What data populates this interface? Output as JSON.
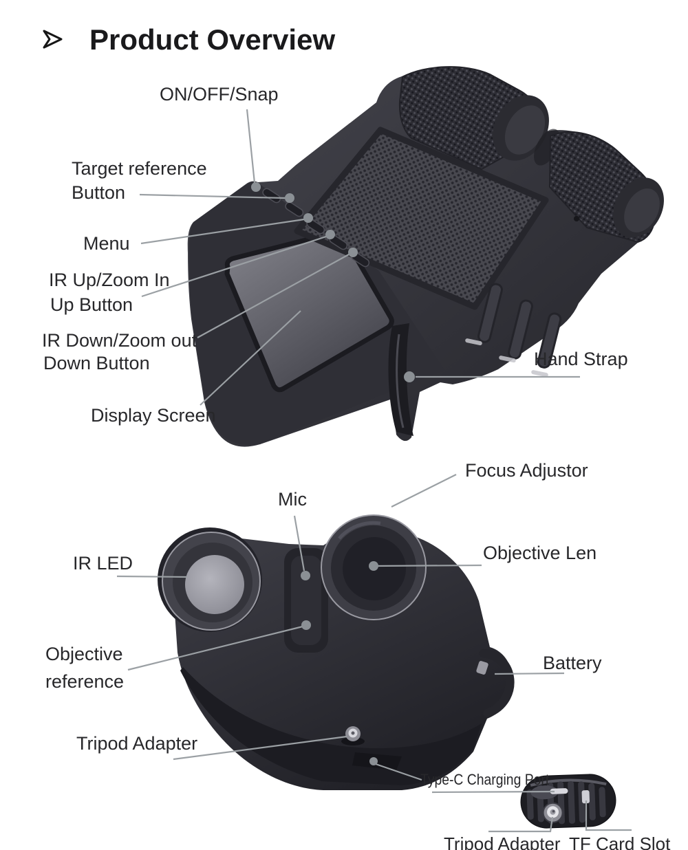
{
  "page": {
    "title": "Product Overview"
  },
  "icons": {
    "title_bullet": "arrowhead-right"
  },
  "figures": {
    "top": {
      "labels": {
        "on_off_snap": "ON/OFF/Snap",
        "target_reference_line1": "Target reference",
        "target_reference_line2": "Button",
        "menu": "Menu",
        "ir_up_line1": "IR Up/Zoom In",
        "ir_up_line2": "Up Button",
        "ir_down_line1": "IR Down/Zoom out",
        "ir_down_line2": "Down Button",
        "display_screen": "Display Screen",
        "hand_strap": "Hand Strap"
      }
    },
    "bottom": {
      "labels": {
        "focus_adjustor": "Focus Adjustor",
        "mic": "Mic",
        "ir_led": "IR LED",
        "objective_len": "Objective Len",
        "objective_reference_line1": "Objective",
        "objective_reference_line2": "reference",
        "battery": "Battery",
        "tripod_adapter": "Tripod Adapter",
        "type_c_charging_port": "Type-C Charging Port",
        "tripod_adapter_bottom": "Tripod Adapter",
        "tf_card_slot": "TF Card Slot"
      }
    }
  },
  "colors": {
    "background": "#ffffff",
    "text": "#27272a",
    "leader_line": "#9ba0a4",
    "callout_dot": "#8b9095",
    "device_dark": "#26262b",
    "device_mid": "#3a3a41",
    "screen_gray": "#7e7e86"
  }
}
